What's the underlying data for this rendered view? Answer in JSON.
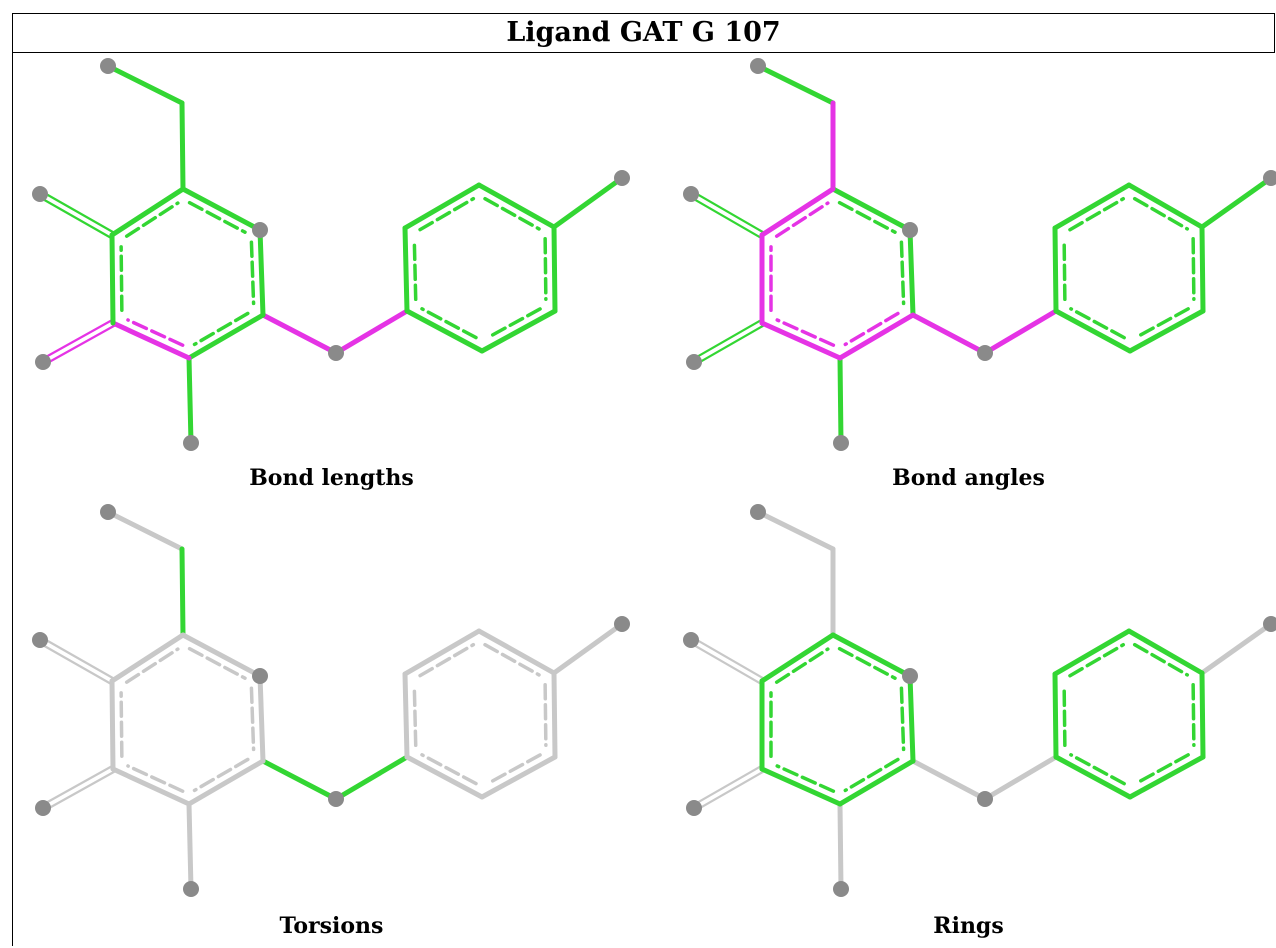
{
  "title": "Ligand GAT G 107",
  "panels": [
    {
      "caption": "Bond lengths"
    },
    {
      "caption": "Bond angles"
    },
    {
      "caption": "Torsions"
    },
    {
      "caption": "Rings"
    }
  ],
  "colors": {
    "green": "#33d633",
    "magenta": "#e533e5",
    "grey": "#c8c8c8",
    "atom": "#8a8a8a"
  }
}
